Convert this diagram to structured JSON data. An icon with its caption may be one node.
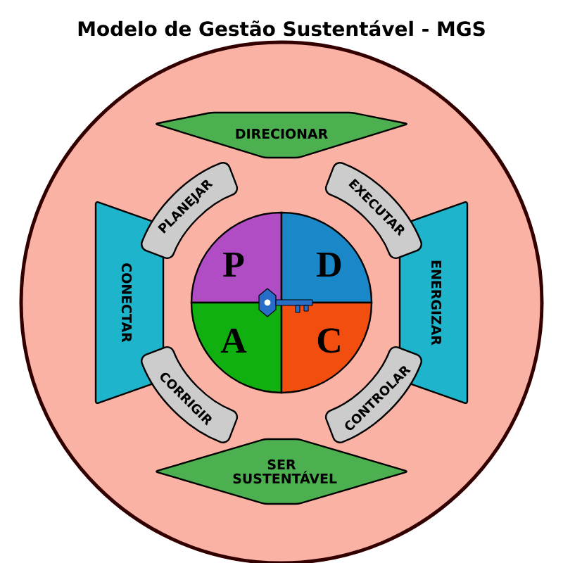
{
  "diagram": {
    "title": "Modelo de Gestão Sustentável - MGS",
    "nodes": [
      {
        "text": [],
        "shape": "circle"
      },
      {
        "text": [
          "DIRECIONAR"
        ],
        "in": 0
      },
      {
        "text": [
          "CONECTAR"
        ],
        "in": 0
      },
      {
        "text": [
          "ENERGIZAR"
        ],
        "in": 0
      },
      {
        "text": [
          "SER SUSTENTÁVEL"
        ],
        "in": 0
      },
      {
        "text": [
          "PLANEJAR"
        ],
        "in": 0
      },
      {
        "text": [
          "EXECUTAR"
        ],
        "in": 0
      },
      {
        "text": [
          "CORRIGIR"
        ],
        "in": 0
      },
      {
        "text": [
          "CONTROLAR"
        ],
        "in": 0
      },
      {
        "text": [
          "P"
        ],
        "in": 0
      },
      {
        "text": [
          "D"
        ],
        "in": 0
      },
      {
        "text": [
          "A"
        ],
        "in": 0
      },
      {
        "text": [
          "C"
        ],
        "in": 0
      }
    ],
    "edges": []
  }
}
